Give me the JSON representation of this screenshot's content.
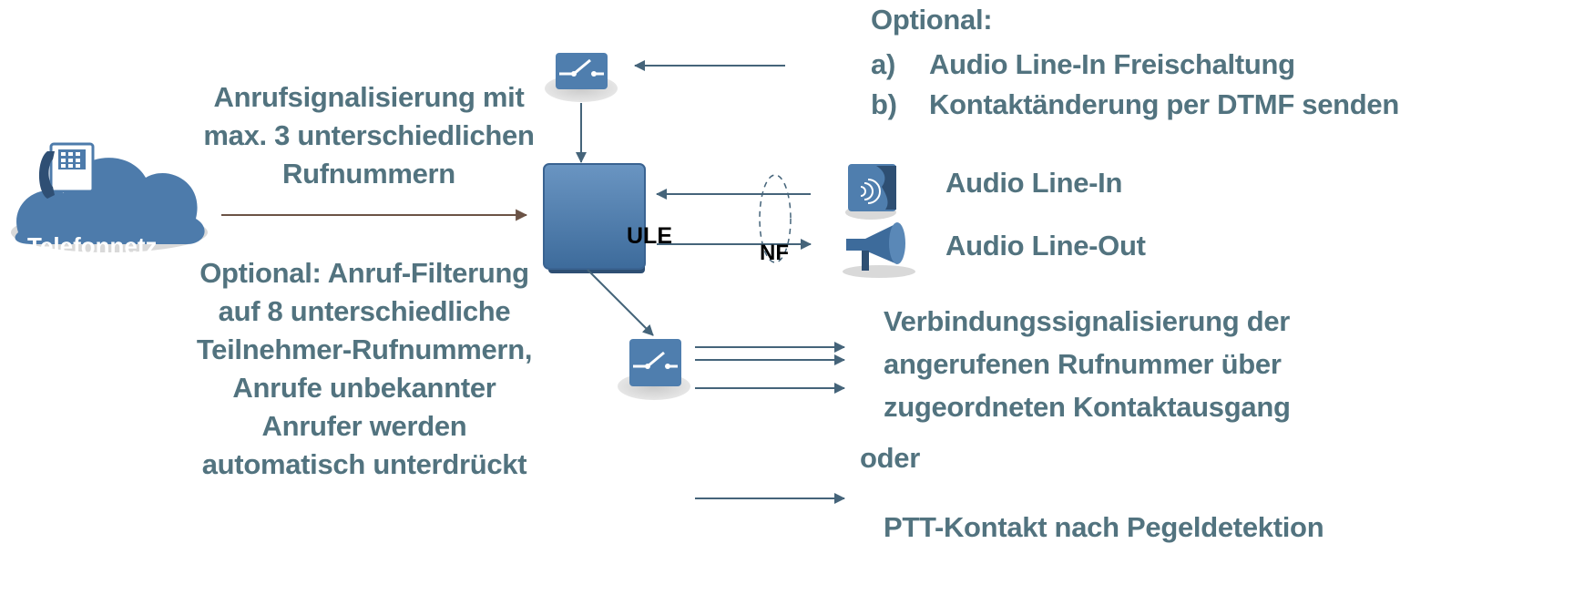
{
  "cloud": {
    "label": "Telefonnetz"
  },
  "device": {
    "label": "ULE"
  },
  "nf_label": "NF",
  "left_top_text": [
    "Anrufsignalisierung mit",
    "max. 3 unterschiedlichen",
    "Rufnummern"
  ],
  "left_bottom_text": [
    "Optional: Anruf-Filterung",
    "auf  8 unterschiedliche",
    "Teilnehmer-Rufnummern,",
    "Anrufe unbekannter",
    "Anrufer werden",
    "automatisch unterdrückt"
  ],
  "optional_block": {
    "title": "Optional:",
    "items": [
      {
        "marker": "a)",
        "text": "Audio Line-In Freischaltung"
      },
      {
        "marker": "b)",
        "text": "Kontaktänderung per DTMF senden"
      }
    ]
  },
  "audio_in": "Audio Line-In",
  "audio_out": "Audio Line-Out",
  "right_signal_text": [
    "Verbindungssignalisierung  der",
    "angerufenen Rufnummer über",
    "zugeordneten Kontaktausgang"
  ],
  "oder": "oder",
  "ptt": "PTT-Kontakt nach Pegeldetektion",
  "colors": {
    "text": "#52737f",
    "arrow": "#45647a",
    "device_fill": "#4f7eae",
    "cloud_fill": "#4d7bab",
    "brown_arrow": "#6b5346"
  },
  "icons": [
    "telephone-icon",
    "switch-icon",
    "speaker-sound-icon",
    "megaphone-icon"
  ]
}
